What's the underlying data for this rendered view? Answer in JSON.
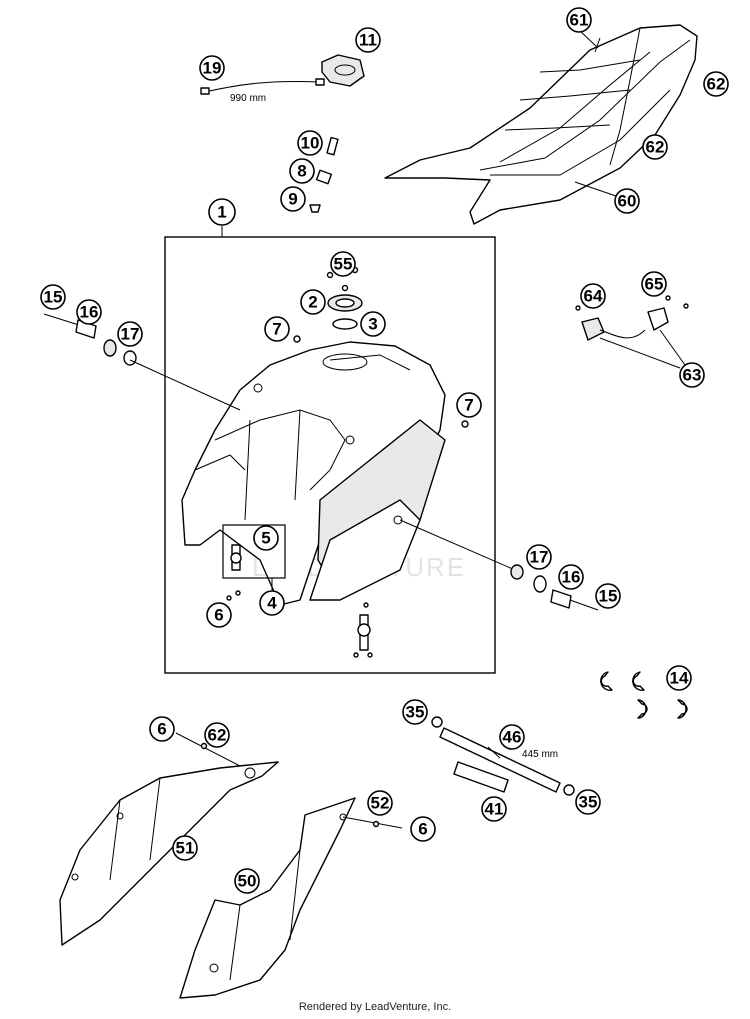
{
  "callouts": [
    {
      "label": "61"
    },
    {
      "label": "11"
    },
    {
      "label": "19"
    },
    {
      "label": "62"
    },
    {
      "label": "10"
    },
    {
      "label": "8"
    },
    {
      "label": "9"
    },
    {
      "label": "62"
    },
    {
      "label": "60"
    },
    {
      "label": "1"
    },
    {
      "label": "55"
    },
    {
      "label": "2"
    },
    {
      "label": "3"
    },
    {
      "label": "7"
    },
    {
      "label": "15"
    },
    {
      "label": "16"
    },
    {
      "label": "17"
    },
    {
      "label": "64"
    },
    {
      "label": "65"
    },
    {
      "label": "63"
    },
    {
      "label": "7"
    },
    {
      "label": "5"
    },
    {
      "label": "4"
    },
    {
      "label": "6"
    },
    {
      "label": "17"
    },
    {
      "label": "16"
    },
    {
      "label": "15"
    },
    {
      "label": "14"
    },
    {
      "label": "35"
    },
    {
      "label": "46"
    },
    {
      "label": "6"
    },
    {
      "label": "62"
    },
    {
      "label": "51"
    },
    {
      "label": "52"
    },
    {
      "label": "6"
    },
    {
      "label": "41"
    },
    {
      "label": "35"
    },
    {
      "label": "50"
    }
  ],
  "dimensions": {
    "hose_length": "990 mm",
    "rod_length": "445 mm"
  },
  "watermark": "LEADVENTURE",
  "footer": "Rendered by LeadVenture, Inc."
}
